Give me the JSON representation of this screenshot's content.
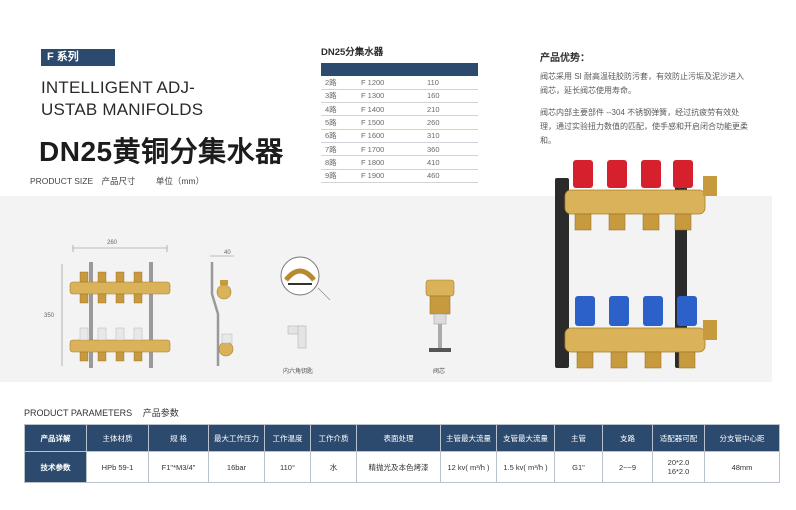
{
  "header": {
    "series": "F 系列",
    "title_en_line1": "INTELLIGENT ADJ-",
    "title_en_line2": "USTAB MANIFOLDS",
    "title_cn": "DN25黄铜分集水器",
    "size_label_en": "PRODUCT SIZE",
    "size_label_cn": "产品尺寸",
    "unit_label": "单位（mm）"
  },
  "spec": {
    "title": "DN25分集水器",
    "rows": [
      {
        "ways": "2路",
        "model": "F 1200",
        "length": "110"
      },
      {
        "ways": "3路",
        "model": "F 1300",
        "length": "160"
      },
      {
        "ways": "4路",
        "model": "F 1400",
        "length": "210"
      },
      {
        "ways": "5路",
        "model": "F 1500",
        "length": "260"
      },
      {
        "ways": "6路",
        "model": "F 1600",
        "length": "310"
      },
      {
        "ways": "7路",
        "model": "F 1700",
        "length": "360"
      },
      {
        "ways": "8路",
        "model": "F 1800",
        "length": "410"
      },
      {
        "ways": "9路",
        "model": "F 1900",
        "length": "460"
      }
    ]
  },
  "advantages": {
    "title": "产品优势：",
    "p1": "阀芯采用 SI 耐高温硅胶防污套，有效防止污垢及泥沙进入阀芯，延长阀芯使用寿命。",
    "p2": "阀芯内部主要部件 --304 不锈钢弹簧，经过抗疲劳有效处理，通过实验扭力数值的匹配，使手感和开启闭合功能更柔和。"
  },
  "drawing": {
    "dim_width": "260",
    "dim_height": "350",
    "dim_side": "40",
    "caption_wrench": "内六角钥匙",
    "caption_core": "阀芯"
  },
  "params": {
    "label_en": "PRODUCT PARAMETERS",
    "label_cn": "产品参数",
    "headers": [
      "产品详解",
      "主体材质",
      "规 格",
      "最大工作压力",
      "工作温度",
      "工作介质",
      "表面处理",
      "主管最大流量",
      "支管最大流量",
      "主管",
      "支路",
      "适配器可配",
      "分支管中心距"
    ],
    "row_head": "技术参数",
    "row": [
      "HPb 59-1",
      "F1\"*M3/4\"",
      "16bar",
      "110°",
      "水",
      "精抛光及本色烤漆",
      "12 kv( m³/h )",
      "1.5 kv( m³/h )",
      "G1\"",
      "2~~9",
      "20*2.0\n16*2.0",
      "48mm"
    ]
  },
  "colors": {
    "navy": "#2c4a6e",
    "brass": "#d9b25a",
    "red_handle": "#d6202e",
    "blue_handle": "#2b61c8"
  }
}
